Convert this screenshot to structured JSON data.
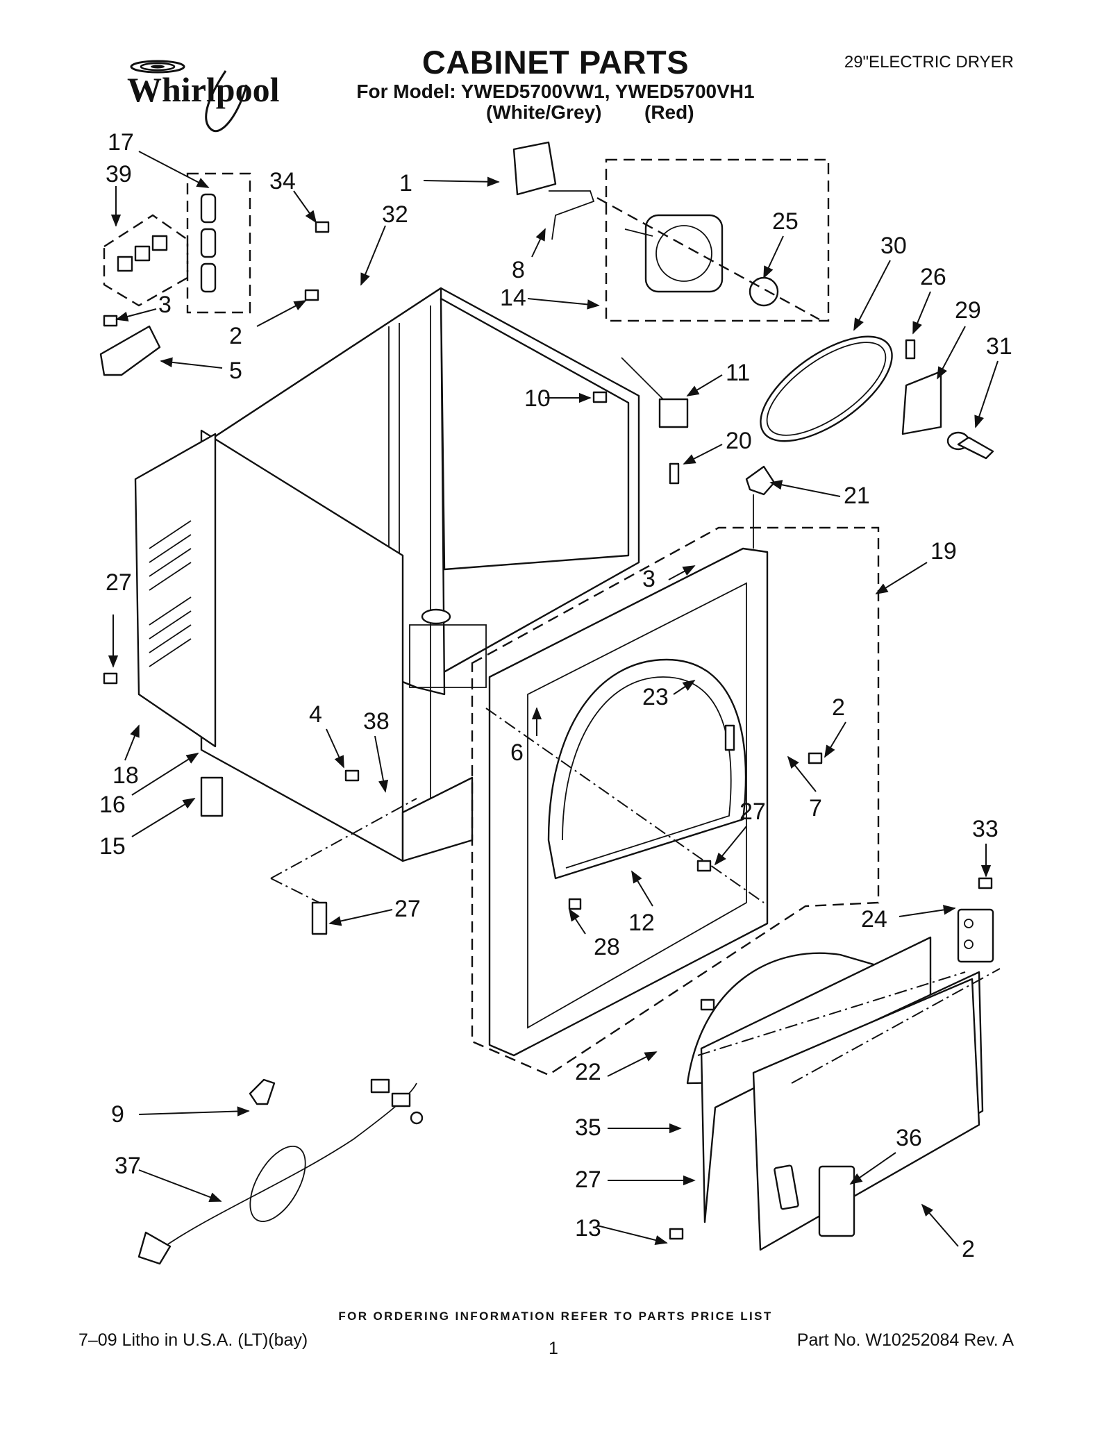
{
  "header": {
    "brand": "Whirlpool",
    "title": "CABINET PARTS",
    "model_line": "For Model: YWED5700VW1, YWED5700VH1",
    "variant_white": "(White/Grey)",
    "variant_red": "(Red)",
    "product_type": "29\"ELECTRIC DRYER"
  },
  "callouts": [
    "17",
    "39",
    "34",
    "32",
    "1",
    "8",
    "14",
    "25",
    "30",
    "26",
    "29",
    "31",
    "3",
    "2",
    "5",
    "10",
    "11",
    "20",
    "21",
    "19",
    "3",
    "27",
    "2",
    "4",
    "38",
    "23",
    "6",
    "7",
    "18",
    "16",
    "15",
    "27",
    "27",
    "33",
    "12",
    "28",
    "24",
    "22",
    "35",
    "27",
    "13",
    "9",
    "37",
    "36",
    "2"
  ],
  "footer": {
    "order_note": "FOR ORDERING INFORMATION REFER TO PARTS PRICE LIST",
    "litho": "7–09 Litho in U.S.A. (LT)(bay)",
    "page_number": "1",
    "part_number": "Part No. W10252084 Rev. A"
  }
}
